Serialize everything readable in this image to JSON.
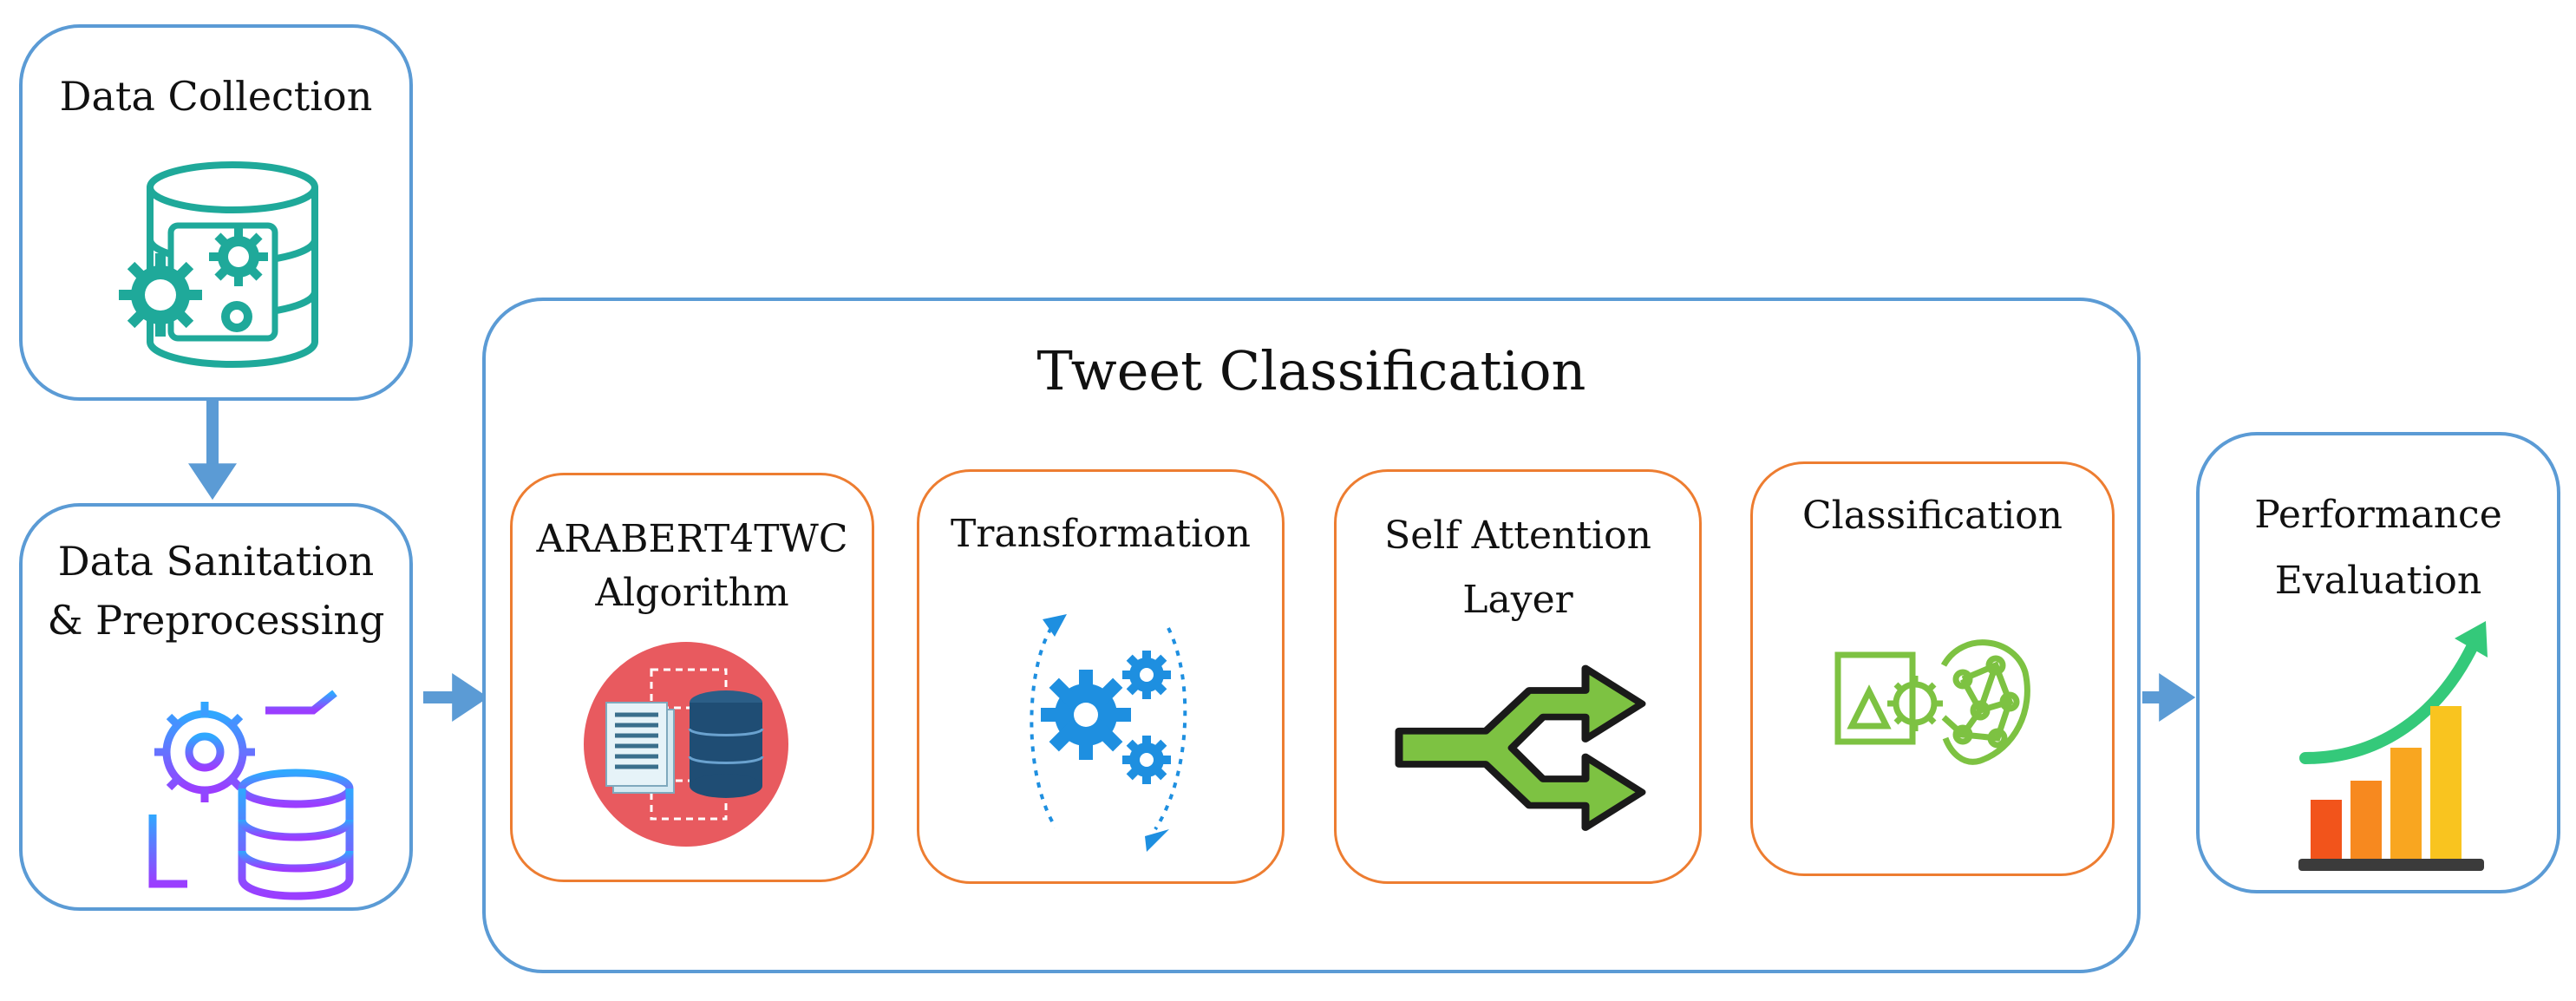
{
  "boxes": {
    "data_collection": "Data Collection",
    "data_sanitation": {
      "line1": "Data Sanitation",
      "line2": "& Preprocessing"
    },
    "tweet_classification": "Tweet Classification",
    "arabert": {
      "line1": "ARABERT4TWC",
      "line2": "Algorithm"
    },
    "transformation": "Transformation",
    "self_attention": {
      "line1": "Self Attention",
      "line2": "Layer"
    },
    "classification": "Classification",
    "performance": {
      "line1": "Performance",
      "line2": "Evaluation"
    }
  },
  "icons": {
    "data_collection": "database-gears-icon",
    "data_sanitation": "gear-database-icon",
    "arabert": "document-database-icon",
    "transformation": "rotating-gears-icon",
    "self_attention": "split-arrows-icon",
    "classification": "ai-classification-icon",
    "performance": "growth-chart-icon"
  },
  "colors": {
    "outer_border": "#5b9bd5",
    "inner_border": "#ed7d31",
    "arrow": "#5b9bd5",
    "teal_icon": "#1fa99a",
    "blue_gear": "#1e8fe0",
    "green_icon": "#7dc242",
    "purple_gradient": "#8a4dff"
  }
}
